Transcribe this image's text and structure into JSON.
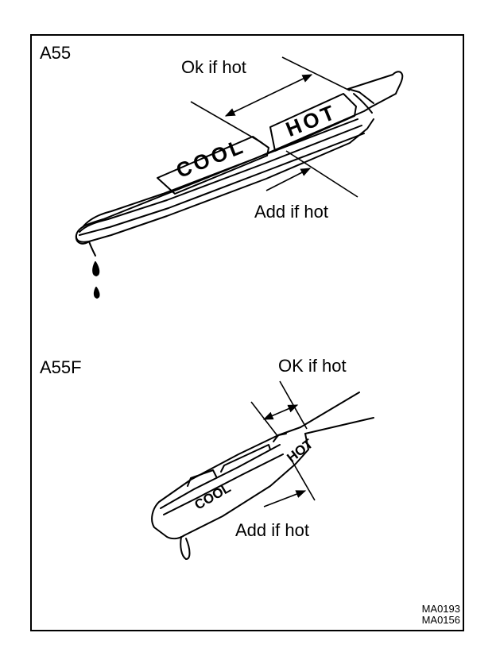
{
  "figure": {
    "top": {
      "model": "A55",
      "ok_label": "Ok if hot",
      "add_label": "Add if hot",
      "cool_mark": "COOL",
      "hot_mark": "HOT"
    },
    "bottom": {
      "model": "A55F",
      "ok_label": "OK if hot",
      "add_label": "Add if hot",
      "cool_mark": "COOL",
      "hot_mark": "HOT"
    },
    "codes": [
      "MA0193",
      "MA0156"
    ]
  }
}
